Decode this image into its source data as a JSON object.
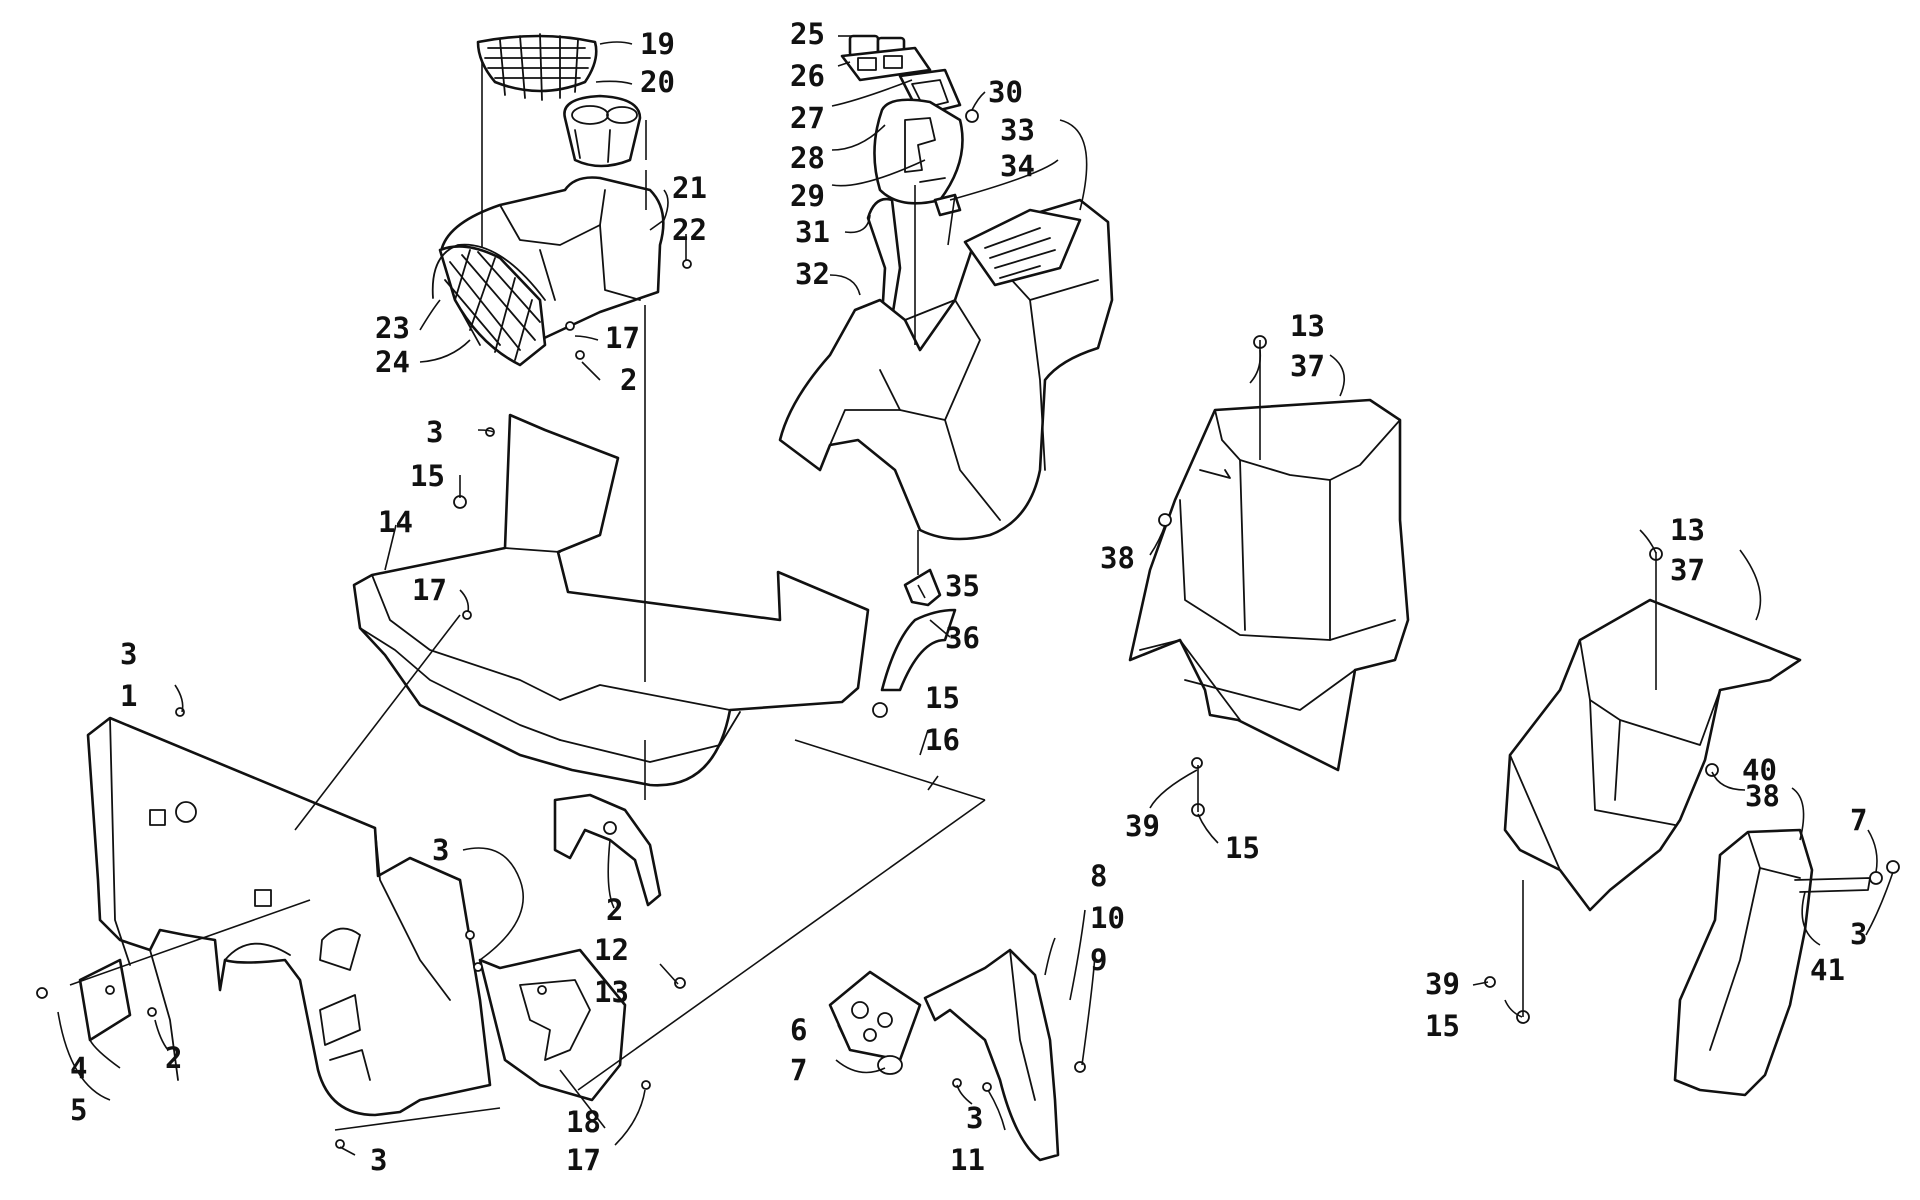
{
  "callouts": {
    "c1": "1",
    "c2": "2",
    "c3": "3",
    "c4": "4",
    "c5": "5",
    "c6": "6",
    "c7": "7",
    "c8": "8",
    "c9": "9",
    "c10": "10",
    "c11": "11",
    "c12": "12",
    "c13": "13",
    "c14": "14",
    "c15": "15",
    "c16": "16",
    "c17": "17",
    "c18": "18",
    "c19": "19",
    "c20": "20",
    "c21": "21",
    "c22": "22",
    "c23": "23",
    "c24": "24",
    "c25": "25",
    "c26": "26",
    "c27": "27",
    "c28": "28",
    "c29": "29",
    "c30": "30",
    "c31": "31",
    "c32": "32",
    "c33": "33",
    "c34": "34",
    "c35": "35",
    "c36": "36",
    "c37": "37",
    "c38": "38",
    "c39": "39",
    "c40": "40",
    "c41": "41"
  }
}
